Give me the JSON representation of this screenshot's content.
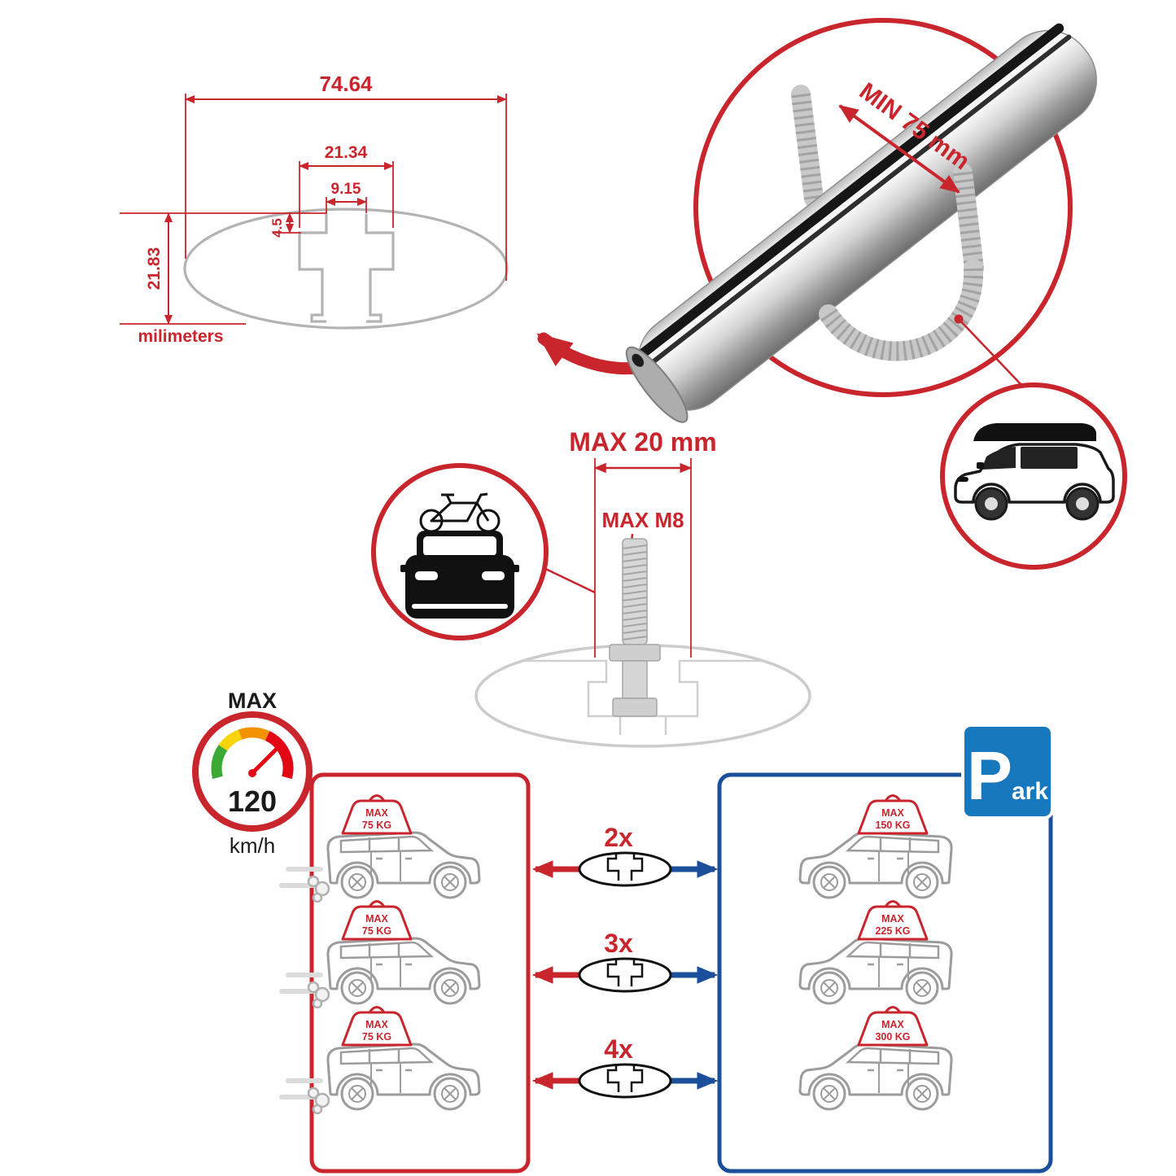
{
  "colors": {
    "red": "#c9252c",
    "bright_red": "#e30613",
    "blue_panel": "#1b4e9b",
    "blue_sign": "#1878be",
    "drawing_gray": "#b3b3b3",
    "black": "#1a1a1a",
    "silver": "#d2d2d2",
    "gauge_green": "#3aaa35",
    "gauge_yellow": "#f7d308",
    "gauge_orange": "#f39200"
  },
  "cross_section": {
    "total_width": "74.64",
    "slot_outer_width": "21.34",
    "slot_inner_width": "9.15",
    "slot_depth": "4.5",
    "total_height": "21.83",
    "units": "milimeters"
  },
  "bar_detail": {
    "clamp_min": "MIN 75 mm"
  },
  "bolt": {
    "max_length": "MAX 20 mm",
    "max_thread": "MAX M8"
  },
  "speedometer": {
    "label": "MAX",
    "value": "120",
    "unit": "km/h"
  },
  "parking": {
    "letter": "P",
    "rest": "ark"
  },
  "capacity": {
    "rows": [
      {
        "multiplier": "2x",
        "left_max": "MAX",
        "left_weight": "75 KG",
        "right_max": "MAX",
        "right_weight": "150 KG"
      },
      {
        "multiplier": "3x",
        "left_max": "MAX",
        "left_weight": "75 KG",
        "right_max": "MAX",
        "right_weight": "225 KG"
      },
      {
        "multiplier": "4x",
        "left_max": "MAX",
        "left_weight": "75 KG",
        "right_max": "MAX",
        "right_weight": "300 KG"
      }
    ]
  }
}
